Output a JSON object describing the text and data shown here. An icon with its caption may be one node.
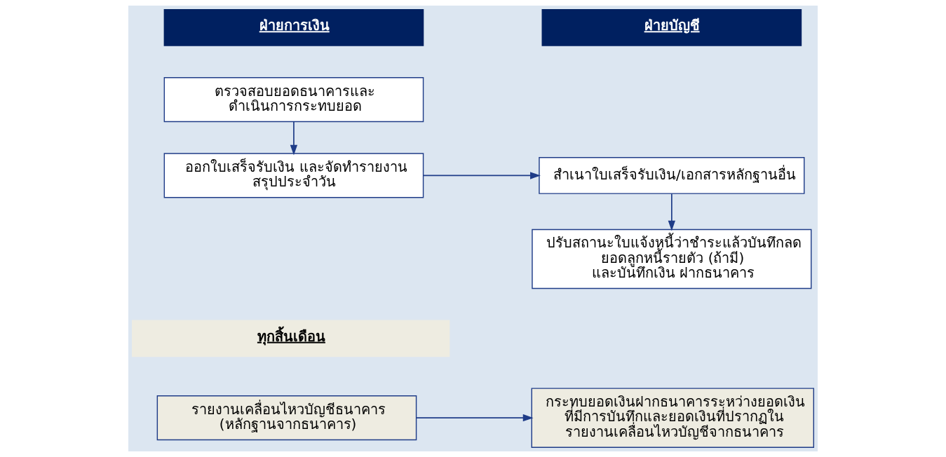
{
  "diagram": {
    "nodes": [
      {
        "text": [
          "ฝ่ายการเงิน"
        ]
      },
      {
        "text": [
          "ฝ่ายบัญชี"
        ]
      },
      {
        "text": [
          "ตรวจสอบยอดธนาคารและ ดำเนินการกระทบยอด"
        ]
      },
      {
        "text": [
          "ออกใบเสร็จรับเงิน และจัดทำรายงาน สรุปประจำวัน"
        ]
      },
      {
        "text": [
          "สำเนาใบเสร็จรับเงิน/เอกสารหลักฐานอื่น"
        ]
      },
      {
        "text": [
          "ปรับสถานะใบแจ้งหนี้ว่าชำระแล้วบันทึกลด ยอดลูกหนี้รายตัว (ถ้ามี) และบันทึกเงิน ฝากธนาคาร"
        ]
      },
      {
        "text": [
          "ทุกสิ้นเดือน"
        ]
      },
      {
        "text": [
          "รายงานเคลื่อนไหวบัญชีธนาคาร (หลักฐานจากธนาคาร)"
        ]
      },
      {
        "text": [
          "กระทบยอดเงินฝากธนาคารระหว่างยอดเงิน ที่มีการบันทึกและยอดเงินที่ปรากฏใน รายงานเคลื่อนไหวบัญชีจากธนาคาร"
        ]
      }
    ],
    "edges": [
      {
        "from": 2,
        "to": 3,
        "arrow": "to"
      },
      {
        "from": 3,
        "to": 4,
        "arrow": "to"
      },
      {
        "from": 4,
        "to": 5,
        "arrow": "to"
      },
      {
        "from": 7,
        "to": 8,
        "arrow": "to"
      }
    ]
  }
}
